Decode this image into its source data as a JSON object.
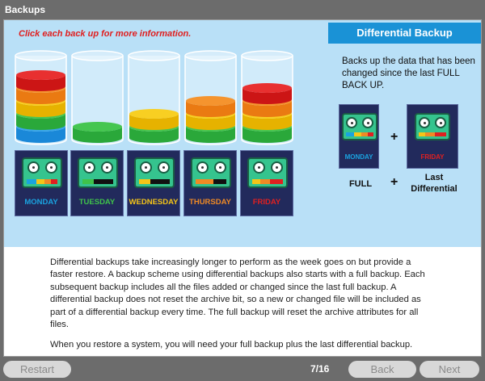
{
  "window": {
    "title": "Backups"
  },
  "instruction": "Click each back up for more information.",
  "panel": {
    "heading": "Differential Backup",
    "description": "Backs up the data that has been changed since the last FULL BACK UP.",
    "full_label": "FULL",
    "plus": "+",
    "last_label": "Last Differential",
    "card_monday": "MONDAY",
    "card_friday": "FRIDAY"
  },
  "days": [
    {
      "label": "MONDAY",
      "color": "#1aa3e0"
    },
    {
      "label": "TUESDAY",
      "color": "#3fc34a"
    },
    {
      "label": "WEDNESDAY",
      "color": "#f5c518"
    },
    {
      "label": "THURSDAY",
      "color": "#f08a24"
    },
    {
      "label": "FRIDAY",
      "color": "#e02020"
    }
  ],
  "paragraphs": [
    "Differential backups take increasingly longer to perform as the week goes on but provide a faster restore. A backup scheme using differential backups also starts with a full backup. Each subsequent backup includes all the files added or changed since the last full backup. A differential backup does not reset the archive bit, so a new or changed file will be included as part of a differential backup every time. The full backup will reset the archive attributes for all files.",
    "When you restore a system, you will need your full backup plus the last differential backup."
  ],
  "nav": {
    "restart": "Restart",
    "page": "7/16",
    "back": "Back",
    "next": "Next"
  }
}
